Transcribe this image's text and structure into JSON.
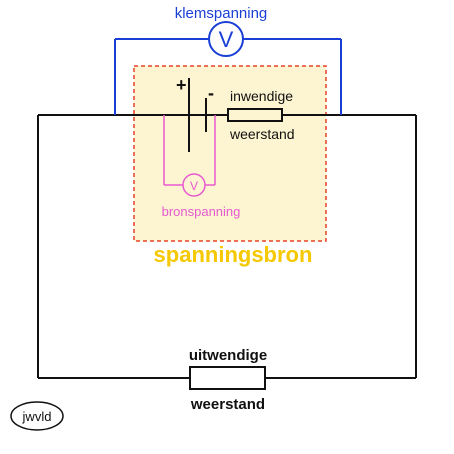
{
  "labels": {
    "klemspanning": "klemspanning",
    "bronspanning": "bronspanning",
    "spanningsbron": "spanningsbron",
    "inwendige": "inwendige",
    "weerstand_inner": "weerstand",
    "uitwendige": "uitwendige",
    "weerstand_outer": "weerstand",
    "plus": "+",
    "minus": "-",
    "voltmeter_symbol": "V",
    "author": "jwvld"
  },
  "colors": {
    "blue_wire": "#1a3fd6",
    "pink_wire": "#e85ad0",
    "source_fill": "#fdf4d2",
    "source_border": "#e8402a",
    "title_yellow": "#f5c800",
    "black_wire": "#111111"
  },
  "icons": {
    "voltmeter": "voltmeter-icon",
    "battery": "battery-cell-icon",
    "resistor": "resistor-icon"
  }
}
